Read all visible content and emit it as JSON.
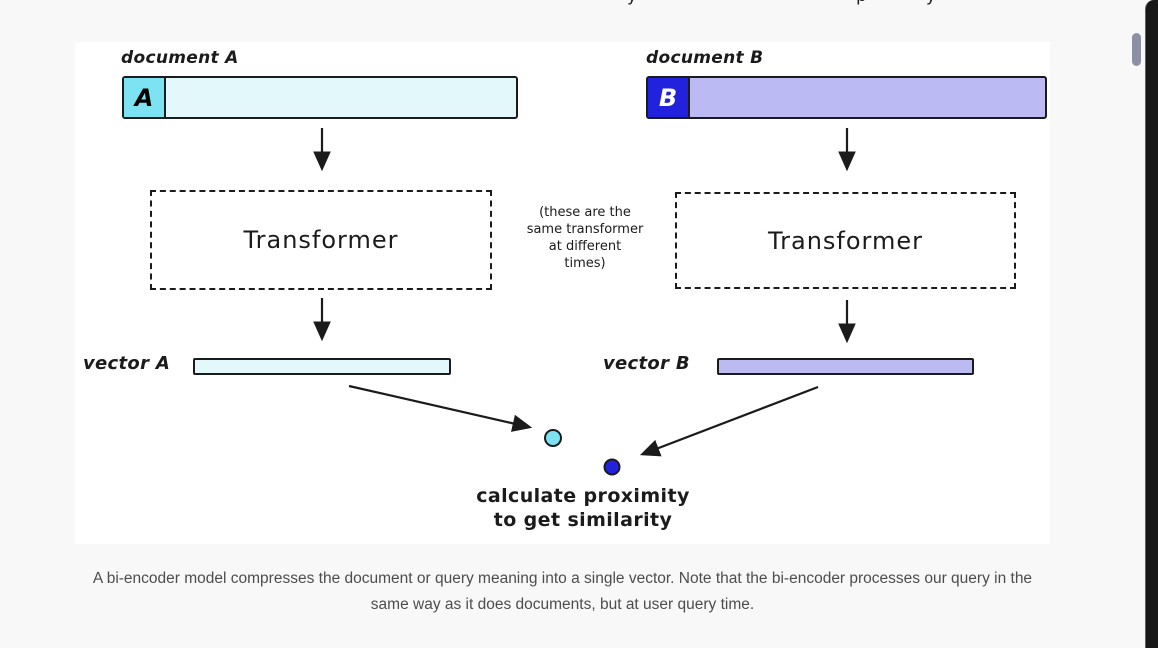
{
  "page": {
    "background_color": "#f8f8f8",
    "panel_color": "#ffffff",
    "top_cropped_text_fragments": [
      "y",
      "p",
      "y"
    ]
  },
  "diagram": {
    "document_a": {
      "label": "document A",
      "token_letter": "A",
      "token_color": "#7de3f2",
      "bar_color": "#e3f8fb"
    },
    "document_b": {
      "label": "document B",
      "token_letter": "B",
      "token_letter_color": "#ffffff",
      "token_color": "#2121de",
      "bar_color": "#bcbaf2"
    },
    "transformer_a": {
      "label": "Transformer"
    },
    "transformer_b": {
      "label": "Transformer"
    },
    "note": {
      "lines": [
        "(these are the",
        "same transformer",
        "at different",
        "times)"
      ]
    },
    "vector_a": {
      "label": "vector A",
      "bar_color": "#e3f8fb"
    },
    "vector_b": {
      "label": "vector B",
      "bar_color": "#bcbaf2"
    },
    "proximity": {
      "line1": "calculate proximity",
      "line2": "to get similarity",
      "dot_a_color": "#7de3f2",
      "dot_b_color": "#2121de"
    },
    "stroke_color": "#1b1b1b"
  },
  "caption": {
    "text": "A bi-encoder model compresses the document or query meaning into a single vector. Note that the bi-encoder processes our query in the same way as it does documents, but at user query time.",
    "color": "#4d4d4d"
  },
  "scrollbar": {
    "thumb_color": "#8b90a3",
    "frame_color": "#181818"
  }
}
